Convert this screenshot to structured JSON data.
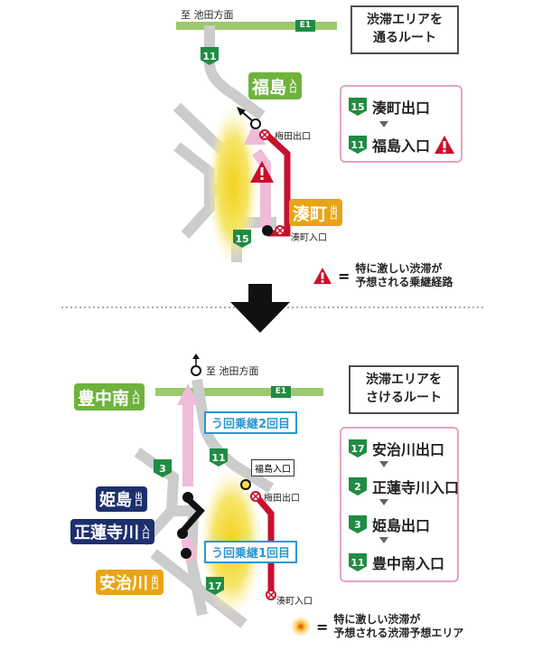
{
  "top": {
    "direction_label": "至 池田方面",
    "expressway_badge": "E1",
    "route_shield_11": "11",
    "route_shield_15": "15",
    "fukushima_entrance": {
      "name": "福島",
      "suffix": "入口"
    },
    "minatomachi_exit": {
      "name": "湊町",
      "suffix": "出口"
    },
    "umeda_exit": "梅田出口",
    "minatomachi_entrance": "湊町入口",
    "title_box": [
      "渋滞エリアを",
      "通るルート"
    ],
    "route_steps": [
      {
        "shield": "15",
        "label": "湊町出口"
      },
      {
        "shield": "11",
        "label": "福島入口",
        "warning": true
      }
    ],
    "legend": [
      "特に激しい渋滞が",
      "予想される乗継経路"
    ],
    "legend_equals": "="
  },
  "bottom": {
    "direction_label": "至 池田方面",
    "expressway_badge": "E1",
    "route_shield_3": "3",
    "route_shield_11": "11",
    "route_shield_17": "17",
    "toyonakaminami_entrance": {
      "name": "豊中南",
      "suffix": "入口"
    },
    "himejima_exit": {
      "name": "姫島",
      "suffix": "出口"
    },
    "shorenjigawa_entrance": {
      "name": "正蓮寺川",
      "suffix": "入口"
    },
    "ajikawa_exit": {
      "name": "安治川",
      "suffix": "出口"
    },
    "detour_2": "う回乗継2回目",
    "detour_1": "う回乗継1回目",
    "fukushima_entrance_small": "福島入口",
    "umeda_exit": "梅田出口",
    "minatomachi_entrance": "湊町入口",
    "title_box": [
      "渋滞エリアを",
      "さけるルート"
    ],
    "route_steps": [
      {
        "shield": "17",
        "label": "安治川出口"
      },
      {
        "shield": "2",
        "label": "正蓮寺川入口"
      },
      {
        "shield": "3",
        "label": "姫島出口"
      },
      {
        "shield": "11",
        "label": "豊中南入口"
      }
    ],
    "legend": [
      "特に激しい渋滞が",
      "予想される渋滞予想エリア"
    ],
    "legend_equals": "="
  },
  "colors": {
    "expressway_green": "#9cc86e",
    "route_shield_green": "#1f8c43",
    "pink_route": "#f0bcd8",
    "red_route": "#c8102e",
    "jam_yellow": "#f4dc3a",
    "label_green": "#6fb33d",
    "label_orange": "#e8a416",
    "label_navy": "#1e2f6e",
    "detour_blue": "#2a96d2"
  },
  "icons": [
    "warning-triangle-icon",
    "arrow-down-icon",
    "node-circle-icon",
    "no-entry-circle-icon",
    "traffic-jam-area-icon"
  ]
}
